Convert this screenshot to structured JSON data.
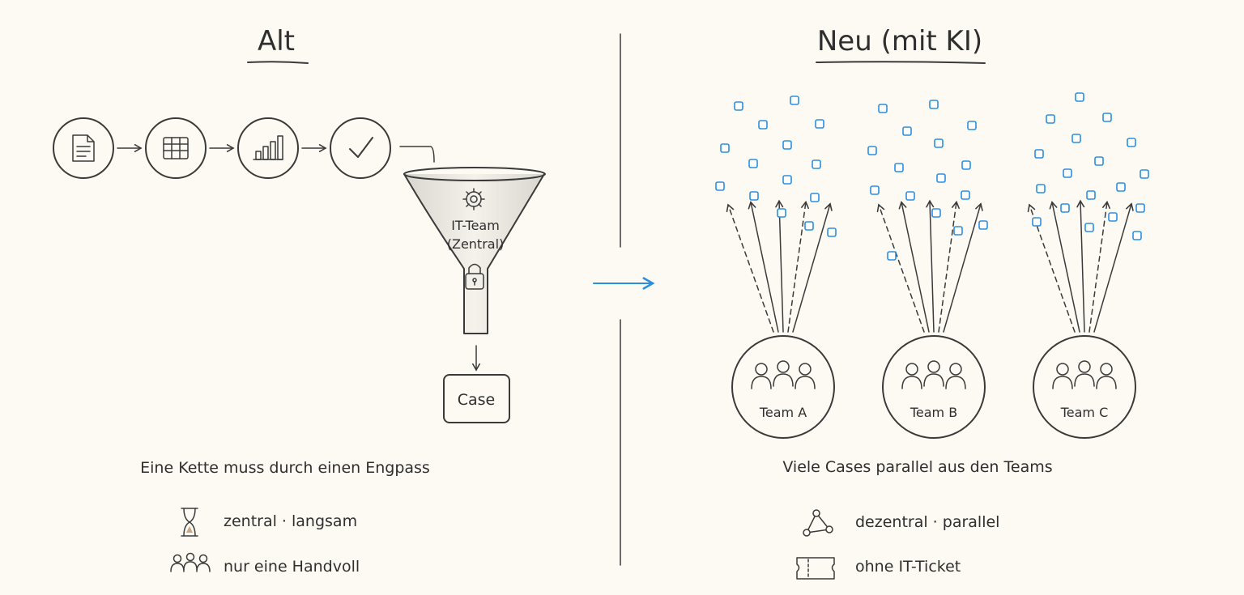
{
  "left": {
    "title": "Alt",
    "funnel_label_line1": "IT-Team",
    "funnel_label_line2": "(Zentral)",
    "case_label": "Case",
    "caption": "Eine Kette muss durch einen Engpass",
    "legend": [
      {
        "icon": "hourglass-icon",
        "label": "zentral · langsam"
      },
      {
        "icon": "people-icon",
        "label": "nur eine Handvoll"
      }
    ],
    "chain_icons": [
      "document-icon",
      "table-icon",
      "bar-chart-icon",
      "checkmark-icon"
    ]
  },
  "right": {
    "title": "Neu (mit KI)",
    "teams": [
      {
        "label": "Team A"
      },
      {
        "label": "Team B"
      },
      {
        "label": "Team C"
      }
    ],
    "caption": "Viele Cases parallel aus den Teams",
    "legend": [
      {
        "icon": "network-icon",
        "label": "dezentral · parallel"
      },
      {
        "icon": "ticket-icon",
        "label": "ohne IT-Ticket"
      }
    ]
  },
  "colors": {
    "background": "#fcfaf2",
    "ink": "#3a3a3a",
    "accent": "#2b8fe0"
  }
}
